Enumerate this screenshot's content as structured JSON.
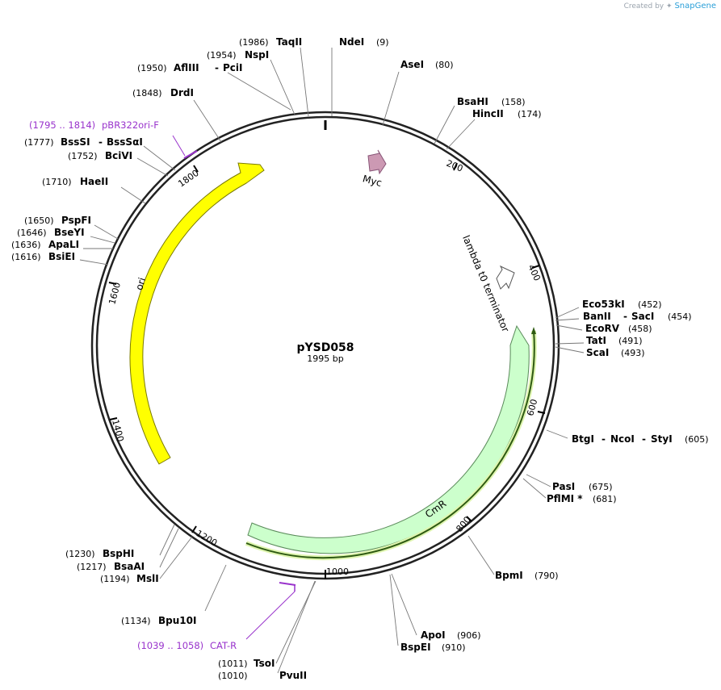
{
  "credit": {
    "prefix": "Created by",
    "brand": "SnapGene"
  },
  "plasmid": {
    "name": "pYSD058",
    "size_text": "1995 bp",
    "length": 1995
  },
  "ticks": [
    {
      "label": "200"
    },
    {
      "label": "400"
    },
    {
      "label": "600"
    },
    {
      "label": "800"
    },
    {
      "label": "1000"
    },
    {
      "label": "1200"
    },
    {
      "label": "1400"
    },
    {
      "label": "1600"
    },
    {
      "label": "1800"
    }
  ],
  "features": [
    {
      "name": "ori",
      "type": "ori",
      "color": "#ffff00"
    },
    {
      "name": "Myc",
      "type": "tag",
      "color": "#cc99b3"
    },
    {
      "name": "lambda t0 terminator",
      "type": "terminator",
      "color": "#ffffff"
    },
    {
      "name": "CmR",
      "type": "cds",
      "color": "#ccffcc"
    }
  ],
  "primers": [
    {
      "range": "(1795 .. 1814)",
      "name": "pBR322ori-F"
    },
    {
      "range": "(1039 .. 1058)",
      "name": "CAT-R"
    }
  ],
  "sites": [
    {
      "names": [
        "NdeI"
      ],
      "pos": "(9)"
    },
    {
      "names": [
        "TaqII"
      ],
      "pos": "(1986)"
    },
    {
      "names": [
        "NspI"
      ],
      "pos": "(1954)"
    },
    {
      "names": [
        "AflIII",
        "PciI"
      ],
      "pos": "(1950)"
    },
    {
      "names": [
        "AseI"
      ],
      "pos": "(80)"
    },
    {
      "names": [
        "BsaHI"
      ],
      "pos": "(158)"
    },
    {
      "names": [
        "HincII"
      ],
      "pos": "(174)"
    },
    {
      "names": [
        "DrdI"
      ],
      "pos": "(1848)"
    },
    {
      "names": [
        "BssSI",
        "BssSαI"
      ],
      "pos": "(1777)"
    },
    {
      "names": [
        "BciVI"
      ],
      "pos": "(1752)"
    },
    {
      "names": [
        "HaeII"
      ],
      "pos": "(1710)"
    },
    {
      "names": [
        "PspFI"
      ],
      "pos": "(1650)"
    },
    {
      "names": [
        "BseYI"
      ],
      "pos": "(1646)"
    },
    {
      "names": [
        "ApaLI"
      ],
      "pos": "(1636)"
    },
    {
      "names": [
        "BsiEI"
      ],
      "pos": "(1616)"
    },
    {
      "names": [
        "Eco53kI"
      ],
      "pos": "(452)"
    },
    {
      "names": [
        "BanII",
        "SacI"
      ],
      "pos": "(454)"
    },
    {
      "names": [
        "EcoRV"
      ],
      "pos": "(458)"
    },
    {
      "names": [
        "TatI"
      ],
      "pos": "(491)"
    },
    {
      "names": [
        "ScaI"
      ],
      "pos": "(493)"
    },
    {
      "names": [
        "BtgI",
        "NcoI",
        "StyI"
      ],
      "pos": "(605)"
    },
    {
      "names": [
        "PasI"
      ],
      "pos": "(675)"
    },
    {
      "names": [
        "PflMI *"
      ],
      "pos": "(681)"
    },
    {
      "names": [
        "BpmI"
      ],
      "pos": "(790)"
    },
    {
      "names": [
        "ApoI"
      ],
      "pos": "(906)"
    },
    {
      "names": [
        "BspEI"
      ],
      "pos": "(910)"
    },
    {
      "names": [
        "TsoI"
      ],
      "pos": "(1011)"
    },
    {
      "names": [
        "PvuII"
      ],
      "pos": "(1010)"
    },
    {
      "names": [
        "Bpu10I"
      ],
      "pos": "(1134)"
    },
    {
      "names": [
        "MslI"
      ],
      "pos": "(1194)"
    },
    {
      "names": [
        "BsaAI"
      ],
      "pos": "(1217)"
    },
    {
      "names": [
        "BspHI"
      ],
      "pos": "(1230)"
    }
  ]
}
